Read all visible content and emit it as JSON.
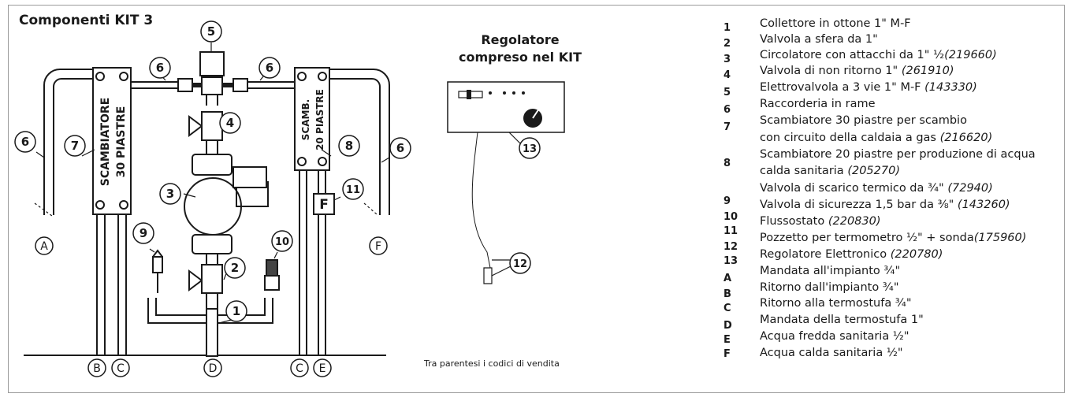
{
  "title": "Componenti KIT 3",
  "regulator": {
    "line1": "Regolatore",
    "line2": "compreso nel KIT"
  },
  "note": "Tra parentesi i codici di vendita",
  "exchangers": {
    "left_line1": "SCAMBIATORE",
    "left_line2": "30 PIASTRE",
    "right_line1": "SCAMB.",
    "right_line2": "20 PIASTRE"
  },
  "flow_switch_letter": "F",
  "callouts": [
    "1",
    "2",
    "3",
    "4",
    "5",
    "6",
    "7",
    "8",
    "9",
    "10",
    "11",
    "12",
    "13"
  ],
  "connections": [
    "A",
    "B",
    "C",
    "D",
    "C",
    "E",
    "F"
  ],
  "legend_numbers": [
    "1",
    "2",
    "3",
    "4",
    "5",
    "6",
    "7",
    "8",
    "9",
    "10",
    "11",
    "12",
    "13",
    "A",
    "B",
    "C",
    "D",
    "E",
    "F"
  ],
  "legend_items": [
    {
      "text": "Collettore in ottone 1\" M-F",
      "code": ""
    },
    {
      "text": "Valvola a sfera da 1\"",
      "code": ""
    },
    {
      "text": "Circolatore con attacchi da 1\" ½",
      "code": "(219660)"
    },
    {
      "text": "Valvola di non ritorno 1\" ",
      "code": "(261910)"
    },
    {
      "text": "Elettrovalvola a 3 vie 1\" M-F ",
      "code": "(143330)"
    },
    {
      "text": "Raccorderia in rame",
      "code": ""
    },
    {
      "text": "Scambiatore 30 piastre per scambio",
      "code": ""
    },
    {
      "text": "con circuito della caldaia a gas ",
      "code": "(216620)"
    },
    {
      "text": "Scambiatore 20 piastre per produzione di acqua",
      "code": ""
    },
    {
      "text": "calda sanitaria ",
      "code": "(205270)"
    },
    {
      "text": "Valvola di scarico termico da ¾\" ",
      "code": "(72940)"
    },
    {
      "text": "Valvola di sicurezza 1,5 bar da ⅜\" ",
      "code": "(143260)"
    },
    {
      "text": "Flussostato ",
      "code": "(220830)"
    },
    {
      "text": "Pozzetto per termometro ½\" + sonda",
      "code": "(175960)"
    },
    {
      "text": "Regolatore Elettronico ",
      "code": "(220780)"
    },
    {
      "text": "Mandata all'impianto ¾\"",
      "code": ""
    },
    {
      "text": "Ritorno dall'impianto ¾\"",
      "code": ""
    },
    {
      "text": "Ritorno alla termostufa ¾\"",
      "code": ""
    },
    {
      "text": "Mandata della termostufa 1\"",
      "code": ""
    },
    {
      "text": "Acqua fredda sanitaria ½\"",
      "code": ""
    },
    {
      "text": "Acqua calda sanitaria ½\"",
      "code": ""
    }
  ]
}
